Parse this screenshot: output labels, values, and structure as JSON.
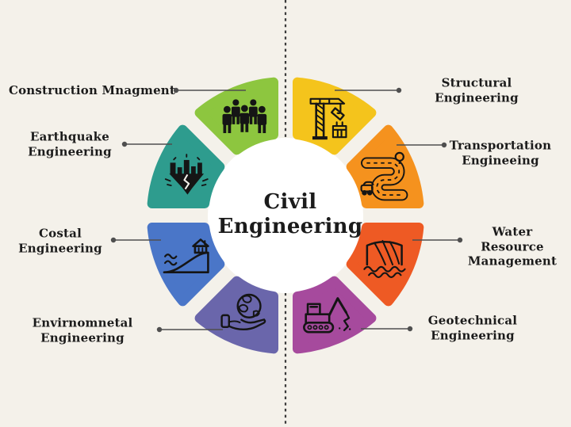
{
  "title": "Civil\nEngineering",
  "background_color": "#F4F1EA",
  "hub_color": "#FFFFFF",
  "divider_color": "#3B3B3B",
  "connector_color": "#4F4F4F",
  "text_color": "#1B1B1B",
  "icon_stroke_color": "#151515",
  "segments": [
    {
      "id": "construction-management",
      "label": "Construction Mnagment",
      "color": "#8DC63F",
      "icon": "construction-workers-icon",
      "start_deg": 315,
      "end_deg": 360,
      "side": "left"
    },
    {
      "id": "structural-engineering",
      "label": "Structural Engineering",
      "color": "#F4C41C",
      "icon": "tower-crane-icon",
      "start_deg": 0,
      "end_deg": 45,
      "side": "right"
    },
    {
      "id": "transportation-engineering",
      "label": "Transportation\nEngineeing",
      "color": "#F5921E",
      "icon": "winding-road-icon",
      "start_deg": 45,
      "end_deg": 90,
      "side": "right"
    },
    {
      "id": "water-resource-management",
      "label": "Water Resource\nManagement",
      "color": "#EE5A24",
      "icon": "dam-icon",
      "start_deg": 90,
      "end_deg": 135,
      "side": "right"
    },
    {
      "id": "geotechnical-engineering",
      "label": "Geotechnical\nEngineering",
      "color": "#A64A9D",
      "icon": "excavator-icon",
      "start_deg": 135,
      "end_deg": 180,
      "side": "right"
    },
    {
      "id": "environmental-engineering",
      "label": "Envirnomnetal\nEngineering",
      "color": "#6A66AB",
      "icon": "globe-in-hand-icon",
      "start_deg": 180,
      "end_deg": 225,
      "side": "left"
    },
    {
      "id": "coastal-engineering",
      "label": "Costal\nEngineering",
      "color": "#4A76C8",
      "icon": "coastline-house-icon",
      "start_deg": 225,
      "end_deg": 270,
      "side": "left"
    },
    {
      "id": "earthquake-engineering",
      "label": "Earthquake\nEngineering",
      "color": "#2E9C8E",
      "icon": "earthquake-crack-icon",
      "start_deg": 270,
      "end_deg": 315,
      "side": "left"
    }
  ]
}
